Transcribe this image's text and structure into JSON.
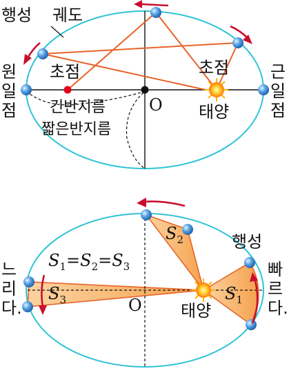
{
  "top": {
    "labels": {
      "planet": "행성",
      "orbit": "궤도",
      "focus_left": "초점",
      "focus_right": "초점",
      "center": "O",
      "semi_major": "긴반지름",
      "semi_minor": "짧은반지름",
      "sun": "태양",
      "aphelion": [
        "원",
        "일",
        "점"
      ],
      "perihelion": [
        "근",
        "일",
        "점"
      ]
    }
  },
  "bottom": {
    "labels": {
      "equation_parts": [
        "S",
        "1",
        "=",
        "S",
        "2",
        "=",
        "S",
        "3"
      ],
      "s1": "S",
      "s1_sub": "1",
      "s2": "S",
      "s2_sub": "2",
      "s3": "S",
      "s3_sub": "3",
      "center": "O",
      "sun": "태양",
      "planet": "행성",
      "slow": [
        "느",
        "리",
        "다."
      ],
      "fast": [
        "빠",
        "르",
        "다."
      ]
    }
  },
  "colors": {
    "orbit": "#2ec4d6",
    "line": "#e8632a",
    "arrow": "#c8102e",
    "sector_fill": "#f8b46a",
    "planet": "#3a8fd8",
    "sun_core": "#ff9a1a",
    "focus_dot": "#e3001b",
    "center_dot": "#111111"
  }
}
